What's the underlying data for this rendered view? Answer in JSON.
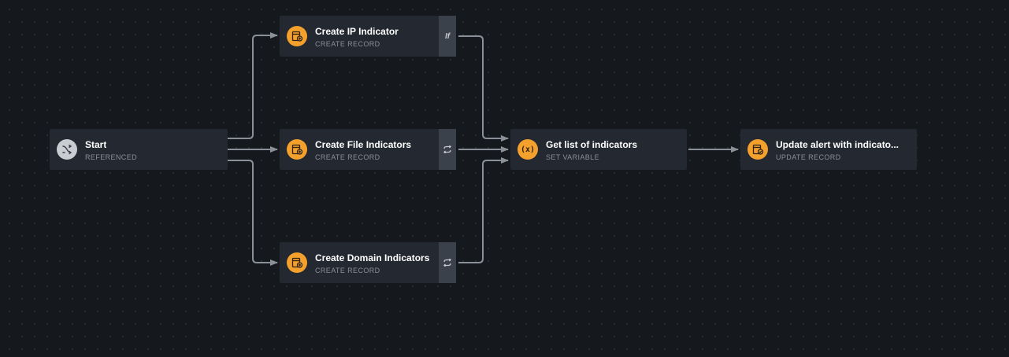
{
  "nodes": {
    "start": {
      "title": "Start",
      "subtitle": "REFERENCED",
      "icon": "shuffle-icon"
    },
    "create_ip": {
      "title": "Create IP Indicator",
      "subtitle": "CREATE RECORD",
      "icon": "record-add-icon",
      "side": "If",
      "side_icon": "if-condition-icon"
    },
    "create_file": {
      "title": "Create File Indicators",
      "subtitle": "CREATE RECORD",
      "icon": "record-add-icon",
      "side_icon": "loop-icon"
    },
    "create_domain": {
      "title": "Create Domain Indicators",
      "subtitle": "CREATE RECORD",
      "icon": "record-add-icon",
      "side_icon": "loop-icon"
    },
    "get_list": {
      "title": "Get list of indicators",
      "subtitle": "SET VARIABLE",
      "icon": "variable-icon",
      "icon_text": "(x)"
    },
    "update_alert": {
      "title": "Update alert with indicato...",
      "subtitle": "UPDATE RECORD",
      "icon": "record-update-icon"
    }
  },
  "colors": {
    "background": "#15181d",
    "node": "#232831",
    "node_side": "#3b414b",
    "accent": "#f4a02d",
    "wire": "#8b9098"
  }
}
